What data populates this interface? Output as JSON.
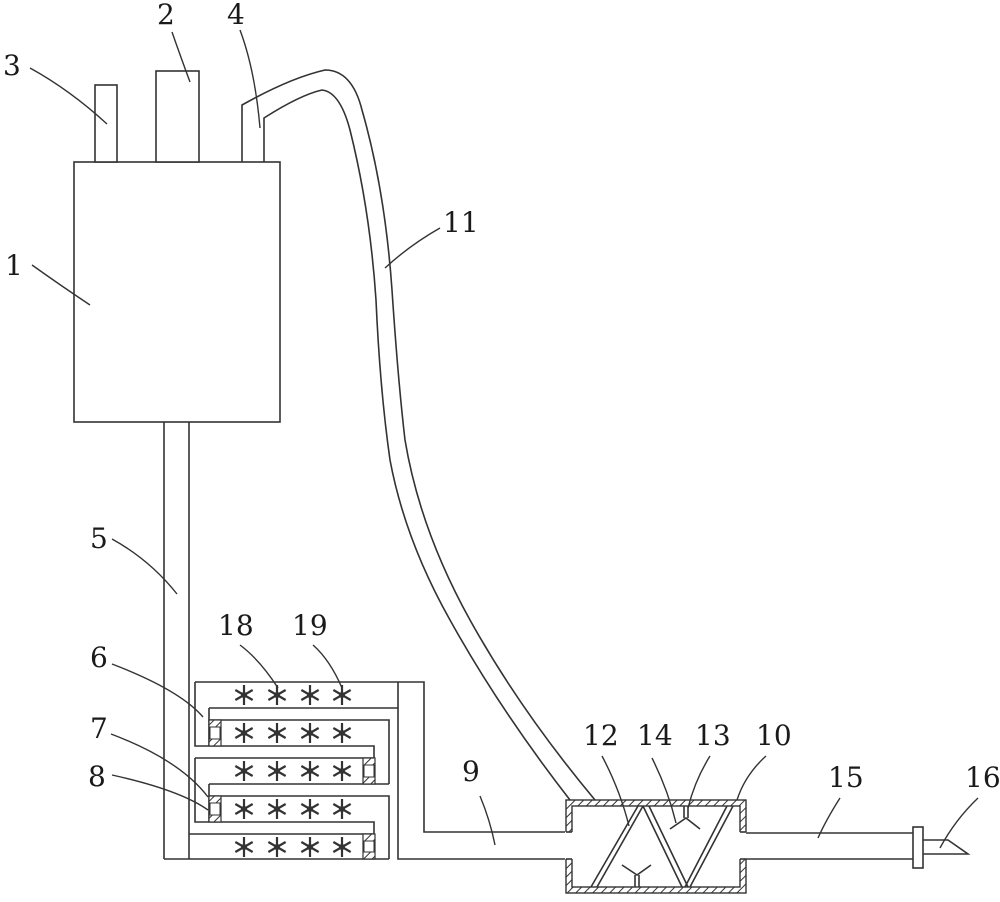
{
  "diagram": {
    "type": "patent schematic",
    "line_color": "#333333",
    "background": "#ffffff",
    "labels": [
      {
        "id": "1",
        "text": "1",
        "component": "main tank body"
      },
      {
        "id": "2",
        "text": "2",
        "component": "top inlet (center)"
      },
      {
        "id": "3",
        "text": "3",
        "component": "top inlet (left)"
      },
      {
        "id": "4",
        "text": "4",
        "component": "top outlet connector"
      },
      {
        "id": "5",
        "text": "5",
        "component": "vertical downpipe"
      },
      {
        "id": "6",
        "text": "6",
        "component": "serpentine channel"
      },
      {
        "id": "7",
        "text": "7",
        "component": "hatched block"
      },
      {
        "id": "8",
        "text": "8",
        "component": "hatched block opening"
      },
      {
        "id": "9",
        "text": "9",
        "component": "horizontal outlet pipe"
      },
      {
        "id": "10",
        "text": "10",
        "component": "mixing chamber housing"
      },
      {
        "id": "11",
        "text": "11",
        "component": "curved hose"
      },
      {
        "id": "12",
        "text": "12",
        "component": "inclined baffle"
      },
      {
        "id": "13",
        "text": "13",
        "component": "Y-shaped nozzle (top)"
      },
      {
        "id": "14",
        "text": "14",
        "component": "Y-shaped nozzle"
      },
      {
        "id": "15",
        "text": "15",
        "component": "discharge pipe"
      },
      {
        "id": "16",
        "text": "16",
        "component": "nozzle tip"
      },
      {
        "id": "18",
        "text": "18",
        "component": "fan impeller"
      },
      {
        "id": "19",
        "text": "19",
        "component": "impeller hub"
      }
    ],
    "fan_rows": 5,
    "fans_per_row": 4
  }
}
